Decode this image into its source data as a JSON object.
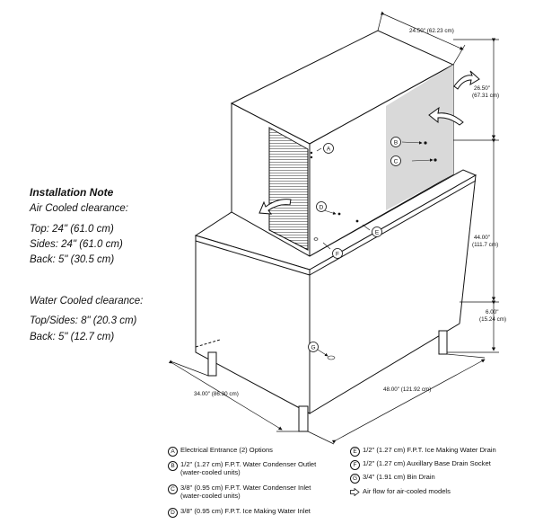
{
  "installation_note": {
    "title": "Installation Note",
    "air_heading": "Air Cooled clearance:",
    "air_lines": [
      "Top: 24\" (61.0 cm)",
      "Sides: 24\" (61.0 cm)",
      "Back: 5\" (30.5 cm)"
    ],
    "water_heading": "Water Cooled clearance:",
    "water_lines": [
      "Top/Sides: 8\" (20.3 cm)",
      "Back: 5\" (12.7 cm)"
    ]
  },
  "dimensions": {
    "top_width": "24.50\" (62.23 cm)",
    "head_height_1": "26.50\"",
    "head_height_2": "(67.31 cm)",
    "bin_height_1": "44.00\"",
    "bin_height_2": "(111.7 cm)",
    "leg_height_1": "6.00\"",
    "leg_height_2": "(15.24 cm)",
    "front_width": "34.00\" (86.30 cm)",
    "side_depth": "48.00\" (121.92 cm)"
  },
  "callouts": [
    "A",
    "B",
    "C",
    "D",
    "E",
    "F",
    "G"
  ],
  "legend": {
    "items": [
      {
        "mark": "A",
        "text": "Electrical Entrance (2) Options"
      },
      {
        "mark": "B",
        "text": "1/2\" (1.27 cm) F.P.T. Water Condenser Outlet",
        "text2": "(water-cooled units)"
      },
      {
        "mark": "C",
        "text": "3/8\" (0.95 cm) F.P.T. Water Condenser Inlet",
        "text2": "(water-cooled units)"
      },
      {
        "mark": "D",
        "text": "3/8\" (0.95 cm) F.P.T. Ice Making Water Inlet"
      },
      {
        "mark": "E",
        "text": "1/2\" (1.27 cm) F.P.T. Ice Making Water Drain"
      },
      {
        "mark": "F",
        "text": "1/2\" (1.27 cm) Auxillary Base Drain Socket"
      },
      {
        "mark": "G",
        "text": "3/4\" (1.91 cm) Bin Drain"
      },
      {
        "mark": "",
        "text": "Air flow for air-cooled models"
      }
    ]
  }
}
